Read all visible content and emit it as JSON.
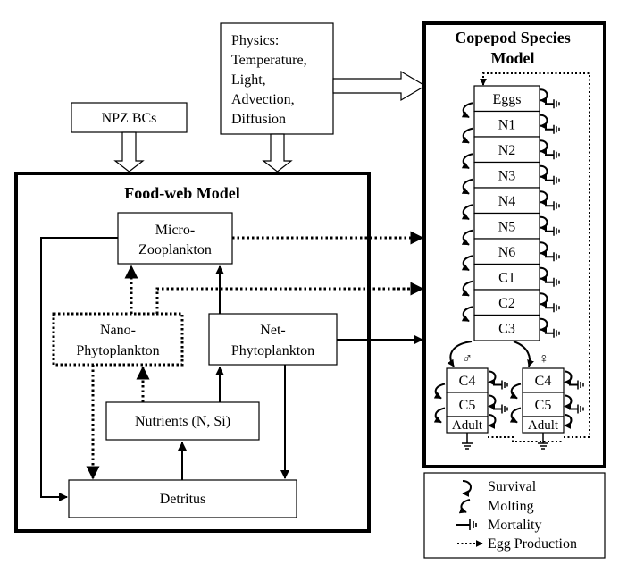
{
  "physics": {
    "lines": [
      "Physics:",
      "Temperature,",
      "Light,",
      "Advection,",
      "Diffusion"
    ]
  },
  "npz_bcs": "NPZ BCs",
  "foodweb": {
    "title": "Food-web Model",
    "micro": [
      "Micro-",
      "Zooplankton"
    ],
    "nano": [
      "Nano-",
      "Phytoplankton"
    ],
    "net": [
      "Net-",
      "Phytoplankton"
    ],
    "nutrients": "Nutrients (N, Si)",
    "detritus": "Detritus"
  },
  "copepod": {
    "title": [
      "Copepod Species",
      "Model"
    ],
    "stages": [
      "Eggs",
      "N1",
      "N2",
      "N3",
      "N4",
      "N5",
      "N6",
      "C1",
      "C2",
      "C3"
    ],
    "male": {
      "symbol": "♂",
      "stages": [
        "C4",
        "C5",
        "Adult"
      ]
    },
    "female": {
      "symbol": "♀",
      "stages": [
        "C4",
        "C5",
        "Adult"
      ]
    }
  },
  "legend": {
    "survival": "Survival",
    "molting": "Molting",
    "mortality": "Mortality",
    "egg_production": "Egg Production"
  }
}
